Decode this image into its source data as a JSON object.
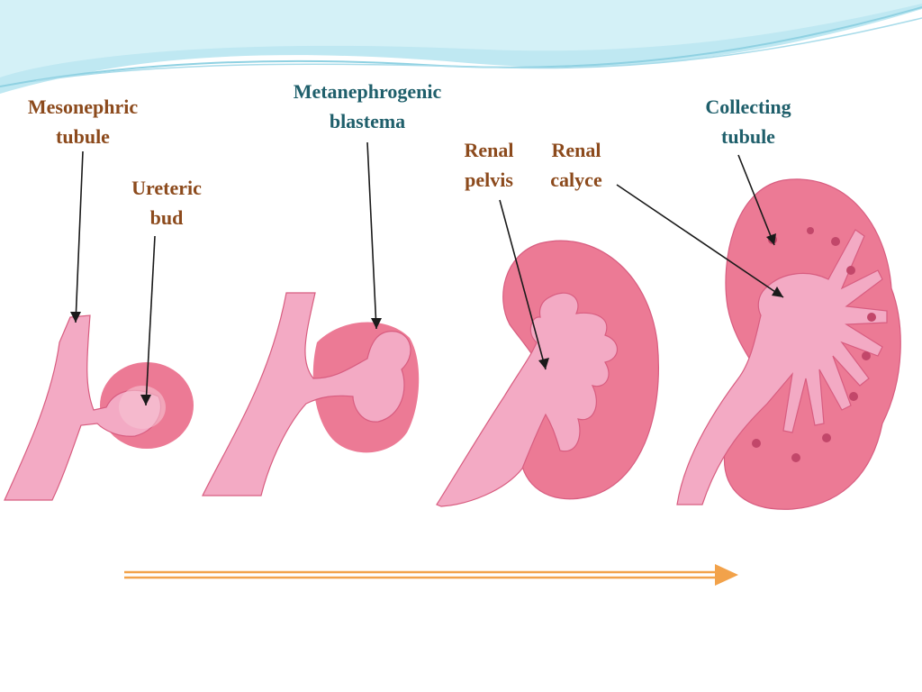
{
  "colors": {
    "label_brown": "#8c4a1c",
    "label_teal": "#1f5f6b",
    "tissue_outer": "#ec7a95",
    "tissue_inner": "#f4a6bb",
    "duct": "#f3aac4",
    "nucleus": "#c2476a",
    "arrow": "#f2a24a",
    "banner_blue": "#bfe8f2"
  },
  "labels": {
    "mesonephric_tubule": {
      "line1": "Mesonephric",
      "line2": "tubule"
    },
    "ureteric_bud": {
      "line1": "Ureteric",
      "line2": "bud"
    },
    "metanephrogenic_blastema": {
      "line1": "Metanephrogenic",
      "line2": "blastema"
    },
    "renal_pelvis": {
      "line1": "Renal",
      "line2": "pelvis"
    },
    "renal_calyce": {
      "line1": "Renal",
      "line2": "calyce"
    },
    "collecting_tubule": {
      "line1": "Collecting",
      "line2": "tubule"
    }
  },
  "stages": [
    {
      "id": "stage-1",
      "icon": "ureteric-bud-sketch-icon"
    },
    {
      "id": "stage-2",
      "icon": "blastema-sketch-icon"
    },
    {
      "id": "stage-3",
      "icon": "early-kidney-sketch-icon"
    },
    {
      "id": "stage-4",
      "icon": "mature-kidney-sketch-icon"
    }
  ],
  "progress_arrow": {
    "icon": "right-arrow-icon"
  }
}
